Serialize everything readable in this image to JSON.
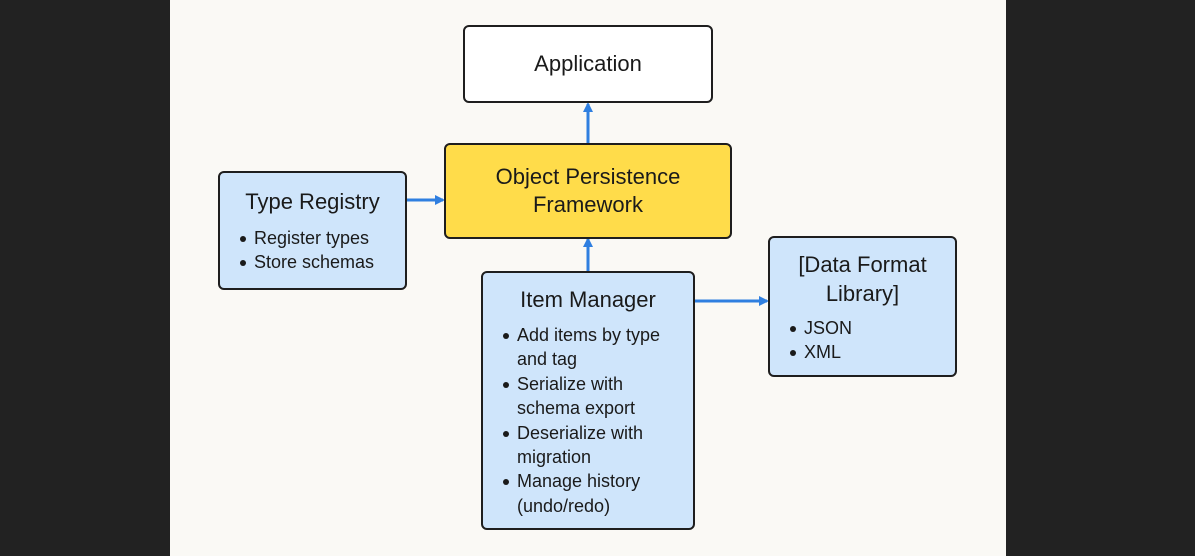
{
  "nodes": {
    "application": {
      "title": "Application"
    },
    "framework": {
      "title_line1": "Object Persistence",
      "title_line2": "Framework"
    },
    "type_registry": {
      "title": "Type Registry",
      "items": [
        "Register types",
        "Store schemas"
      ]
    },
    "item_manager": {
      "title": "Item Manager",
      "items": [
        {
          "line1": "Add items by type",
          "line2": "and tag"
        },
        {
          "line1": "Serialize with",
          "line2": "schema export"
        },
        {
          "line1": "Deserialize with",
          "line2": "migration"
        },
        {
          "line1": "Manage history",
          "line2": "(undo/redo)"
        }
      ]
    },
    "data_format_library": {
      "title_line1": "[Data Format",
      "title_line2": "Library]",
      "items": [
        "JSON",
        "XML"
      ]
    }
  },
  "colors": {
    "arrow": "#2f7fe0",
    "framework_fill": "#ffdc4a",
    "component_fill": "#cfe5fb",
    "application_fill": "#ffffff",
    "border": "#1e1e1e",
    "canvas": "#faf9f5",
    "frame": "#222222"
  }
}
